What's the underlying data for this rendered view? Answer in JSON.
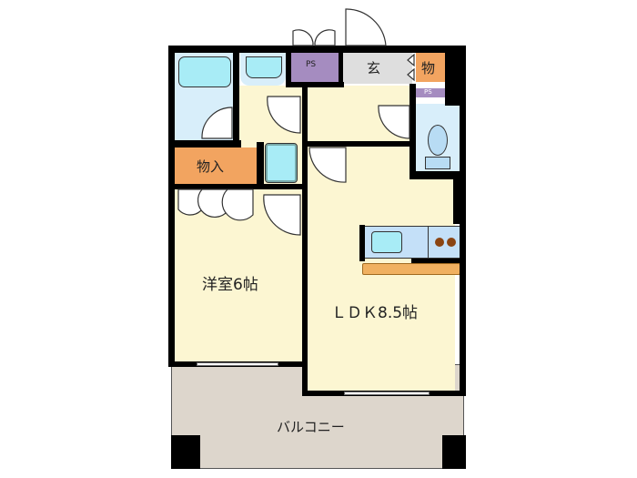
{
  "plan": {
    "rooms": {
      "western_room": "洋室6帖",
      "ldk": "ＬＤＫ8.5帖",
      "balcony": "バルコニー",
      "entrance": "玄",
      "storage_closet": "物入",
      "shoe_storage": "物",
      "pipe_space_1": "PS",
      "pipe_space_2": "PS"
    },
    "colors": {
      "floor": "#fcf6d2",
      "bath": "#d8eefa",
      "water_fixture": "#a8ecf6",
      "storage": "#f2a460",
      "pipe_space": "#a58cc0",
      "entrance": "#dedede",
      "balcony": "#ddd6cc",
      "counter": "#f0b060",
      "stove_burner": "#8b4513",
      "wall": "#000000"
    }
  }
}
